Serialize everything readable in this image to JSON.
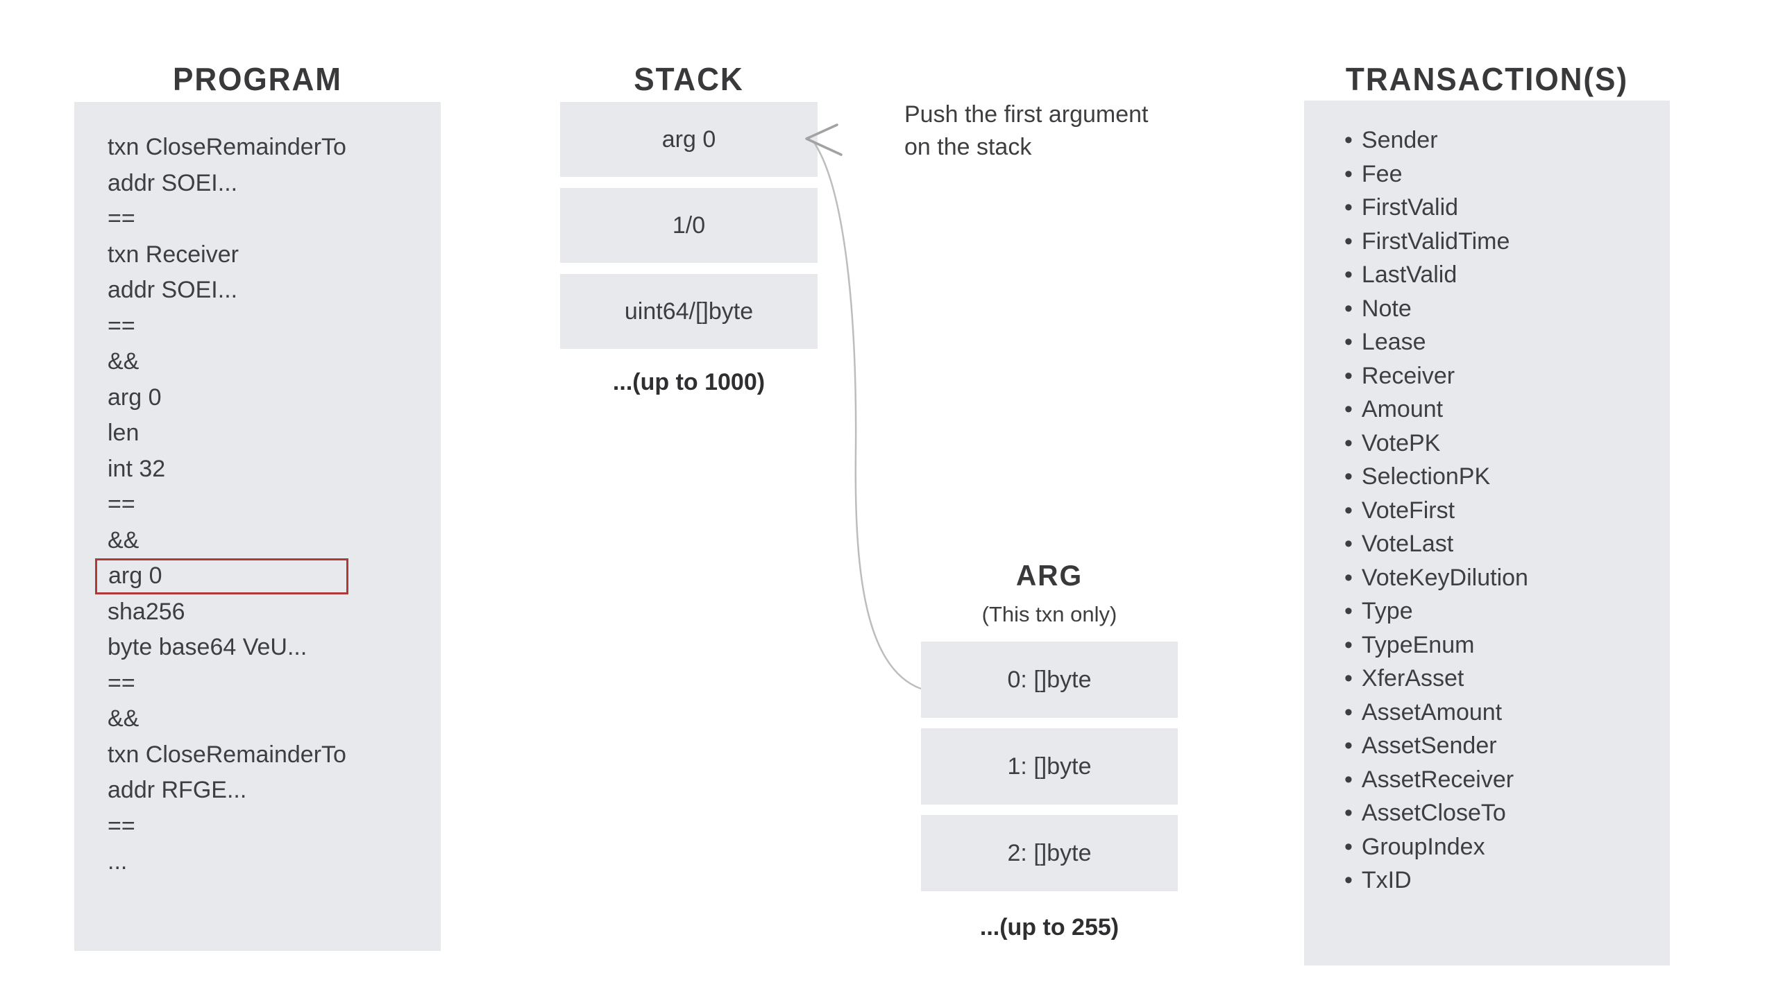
{
  "colors": {
    "panel_bg": "#e8e9ec",
    "body_text": "#3e3e40",
    "title_text": "#39393b",
    "highlight_border": "#ad3a37",
    "arrow": "#bdbdbd"
  },
  "program": {
    "title": "PROGRAM",
    "highlighted_line_index": 12,
    "lines": [
      "txn CloseRemainderTo",
      "addr SOEI...",
      "==",
      "txn Receiver",
      "addr SOEI...",
      "==",
      "&&",
      "arg 0",
      "len",
      "int 32",
      "==",
      "&&",
      "arg 0",
      "sha256",
      "byte base64 VeU...",
      "==",
      "&&",
      "txn CloseRemainderTo",
      "addr RFGE...",
      "==",
      "..."
    ]
  },
  "stack": {
    "title": "STACK",
    "boxes": [
      "arg 0",
      "1/0",
      "uint64/[]byte"
    ],
    "more_label": "...(up to 1000)"
  },
  "push_note": {
    "lines": [
      "Push the first argument",
      "on the stack"
    ]
  },
  "arg": {
    "title": "ARG",
    "subtitle": "(This txn only)",
    "boxes": [
      "0: []byte",
      "1: []byte",
      "2: []byte"
    ],
    "more_label": "...(up to 255)"
  },
  "transactions": {
    "title": "TRANSACTION(S)",
    "fields": [
      "Sender",
      "Fee",
      "FirstValid",
      "FirstValidTime",
      "LastValid",
      "Note",
      "Lease",
      "Receiver",
      "Amount",
      "VotePK",
      "SelectionPK",
      "VoteFirst",
      "VoteLast",
      "VoteKeyDilution",
      "Type",
      "TypeEnum",
      "XferAsset",
      "AssetAmount",
      "AssetSender",
      "AssetReceiver",
      "AssetCloseTo",
      "GroupIndex",
      "TxID"
    ]
  }
}
